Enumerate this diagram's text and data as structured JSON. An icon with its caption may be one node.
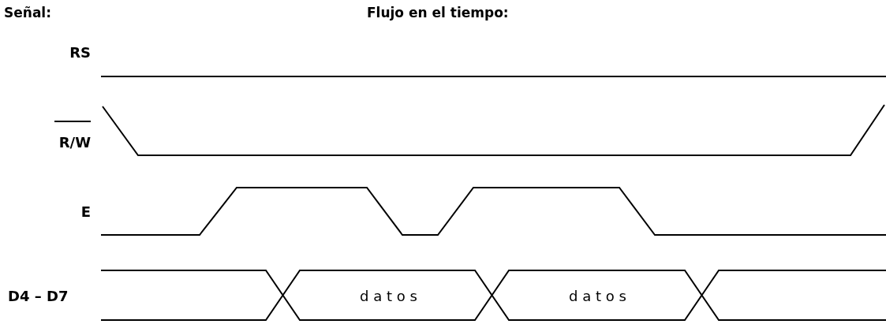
{
  "diagram": {
    "labels": [
      "Señal:",
      "Flujo en el tiempo:",
      "RS",
      "R/W",
      "E",
      "D4 – D7",
      "d a t o s",
      "d a t o s"
    ]
  }
}
